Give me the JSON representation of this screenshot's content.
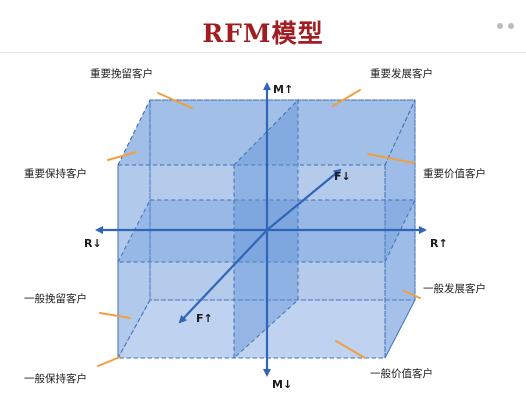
{
  "title": "RFM模型",
  "colors": {
    "title": "#a01d22",
    "cube_fill": "#5b8fd6",
    "cube_edge": "#3f6fb6",
    "axis": "#3065b8",
    "leader": "#f0a040"
  },
  "page_indicator_icon": "dots-icon",
  "axes": {
    "m_up": "M↑",
    "m_down": "M↓",
    "f_up": "F↑",
    "f_down": "F↓",
    "r_up": "R↑",
    "r_down": "R↓"
  },
  "segments": {
    "important_retain": "重要挽留客户",
    "important_develop": "重要发展客户",
    "important_keep": "重要保持客户",
    "important_value": "重要价值客户",
    "general_retain": "一般挽留客户",
    "general_develop": "一般发展客户",
    "general_keep": "一般保持客户",
    "general_value": "一般价值客户"
  }
}
